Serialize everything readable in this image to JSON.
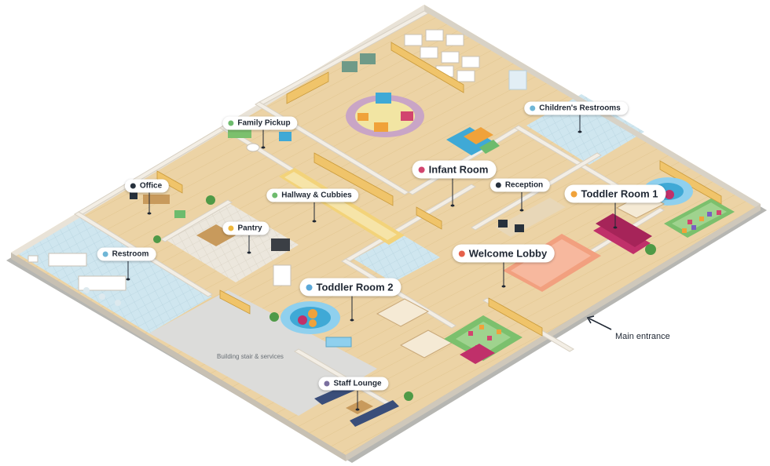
{
  "labels": {
    "family_pickup": "Family Pickup",
    "childrens_restrooms": "Children's Restrooms",
    "infant_room": "Infant Room",
    "office": "Office",
    "hallway_cubbies": "Hallway & Cubbies",
    "reception": "Reception",
    "toddler_room_1": "Toddler Room 1",
    "pantry": "Pantry",
    "restroom": "Restroom",
    "welcome_lobby": "Welcome Lobby",
    "toddler_room_2": "Toddler Room 2",
    "main_entrance": "Main entrance",
    "building_stair": "Building stair & services",
    "staff_lounge": "Staff Lounge"
  },
  "dot_colors": {
    "family_pickup": "#6dbb6d",
    "childrens_restrooms": "#6fb6d6",
    "infant_room": "#d2456f",
    "office": "#27313d",
    "hallway_cubbies": "#6dbb6d",
    "reception": "#27313d",
    "toddler_room_1": "#f0a23a",
    "pantry": "#f0b83a",
    "restroom": "#6fb6d6",
    "welcome_lobby": "#e5604a",
    "toddler_room_2": "#5aa8d8",
    "staff_lounge": "#7a6f9f"
  },
  "colors": {
    "floor_wood": "#ecd3a5",
    "wall_top": "#f4efe6",
    "wall_side": "#d8d2c6",
    "tile": "#cfe6ef",
    "stair_area": "#dddddd",
    "accent_pink": "#c0306a",
    "accent_orange": "#f0a23a"
  }
}
